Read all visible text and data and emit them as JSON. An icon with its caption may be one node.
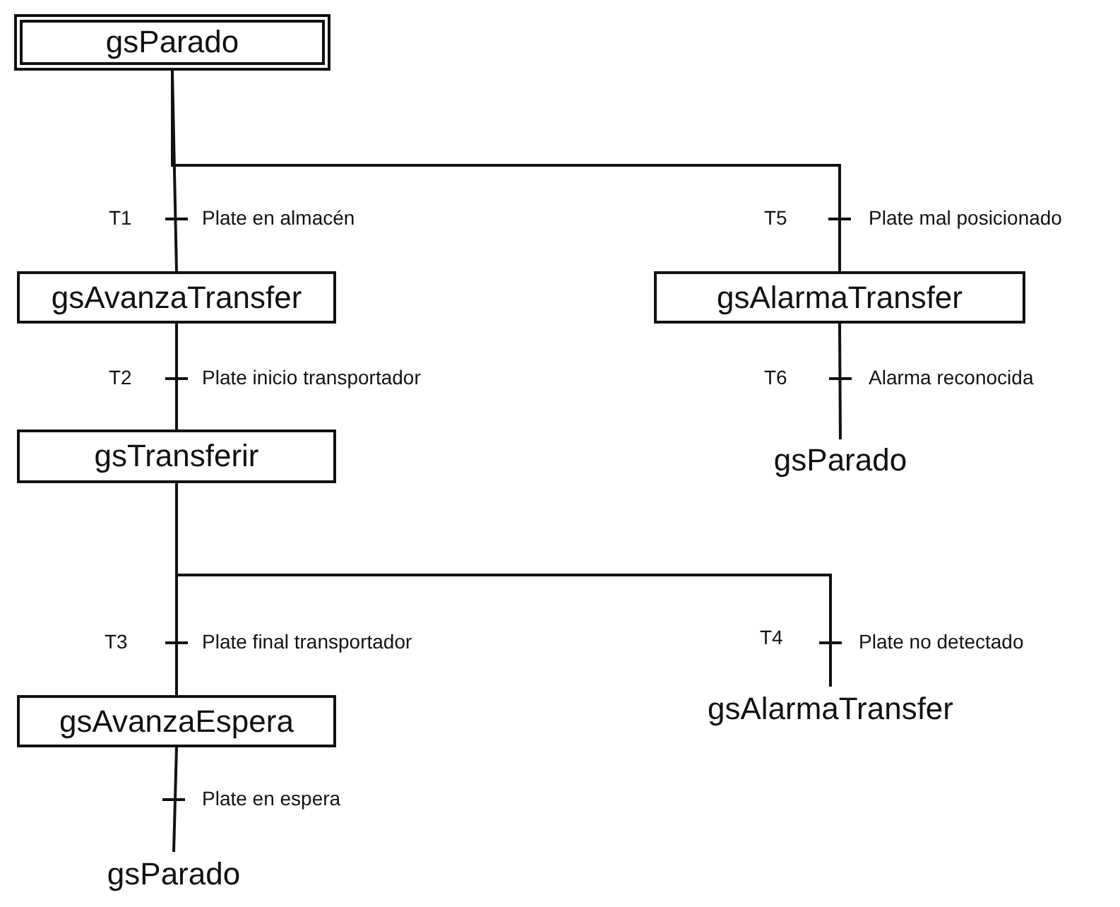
{
  "diagram": {
    "nodes": [
      {
        "text": [
          "gsParado"
        ]
      },
      {
        "text": [
          "gsAvanzaTransfer"
        ]
      },
      {
        "text": [
          "gsAlarmaTransfer"
        ]
      },
      {
        "text": [
          "gsParado"
        ]
      },
      {
        "text": [
          "gsTransferir"
        ]
      },
      {
        "text": [
          "gsAvanzaEspera"
        ]
      },
      {
        "text": [
          "gsAlarmaTransfer"
        ]
      },
      {
        "text": [
          "gsParado"
        ]
      }
    ],
    "edges": [
      {
        "from": 0,
        "to": 1,
        "arrow": "none",
        "label": "Plate en almacén"
      },
      {
        "from": 0,
        "to": 2,
        "arrow": "none",
        "label": "Plate mal posicionado"
      },
      {
        "from": 1,
        "to": 4,
        "arrow": "none",
        "label": "Plate inicio transportador"
      },
      {
        "from": 2,
        "to": 3,
        "arrow": "none",
        "label": "Alarma reconocida"
      },
      {
        "from": 4,
        "to": 5,
        "arrow": "none",
        "label": "Plate final transportador"
      },
      {
        "from": 4,
        "to": 6,
        "arrow": "none",
        "label": "Plate no detectado"
      },
      {
        "from": 5,
        "to": 7,
        "arrow": "none",
        "label": "Plate en espera"
      }
    ],
    "labels": [
      "T1",
      "T5",
      "T2",
      "T6",
      "T3",
      "T4"
    ]
  }
}
